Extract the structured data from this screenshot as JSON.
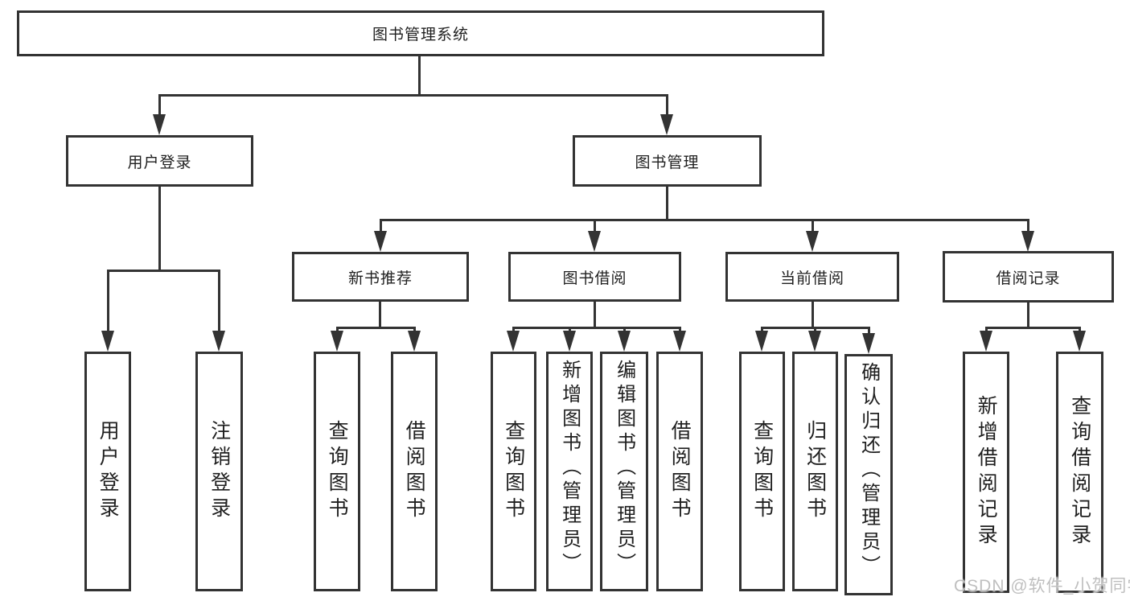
{
  "nodes": {
    "root": "图书管理系统",
    "userLogin": "用户登录",
    "bookMgmt": "图书管理",
    "newBookRec": "新书推荐",
    "bookBorrow": "图书借阅",
    "currentBorrow": "当前借阅",
    "borrowRecords": "借阅记录",
    "leafUserLogin": "用户登录",
    "leafLogout": "注销登录",
    "leafQueryBookA": "查询图书",
    "leafBorrowBookA": "借阅图书",
    "leafQueryBookB": "查询图书",
    "leafAddBook": "新增图书（管理员）",
    "leafEditBook": "编辑图书（管理员）",
    "leafBorrowBookB": "借阅图书",
    "leafQueryBookC": "查询图书",
    "leafReturnBook": "归还图书",
    "leafConfirmReturn": "确认归还（管理员）",
    "leafAddRecord": "新增借阅记录",
    "leafQueryRecord": "查询借阅记录"
  },
  "watermark": "CSDN @软件_小贺同学",
  "colors": {
    "line": "#333333",
    "text": "#1f1f1f",
    "watermark": "#bfbfbf",
    "background": "#ffffff"
  }
}
